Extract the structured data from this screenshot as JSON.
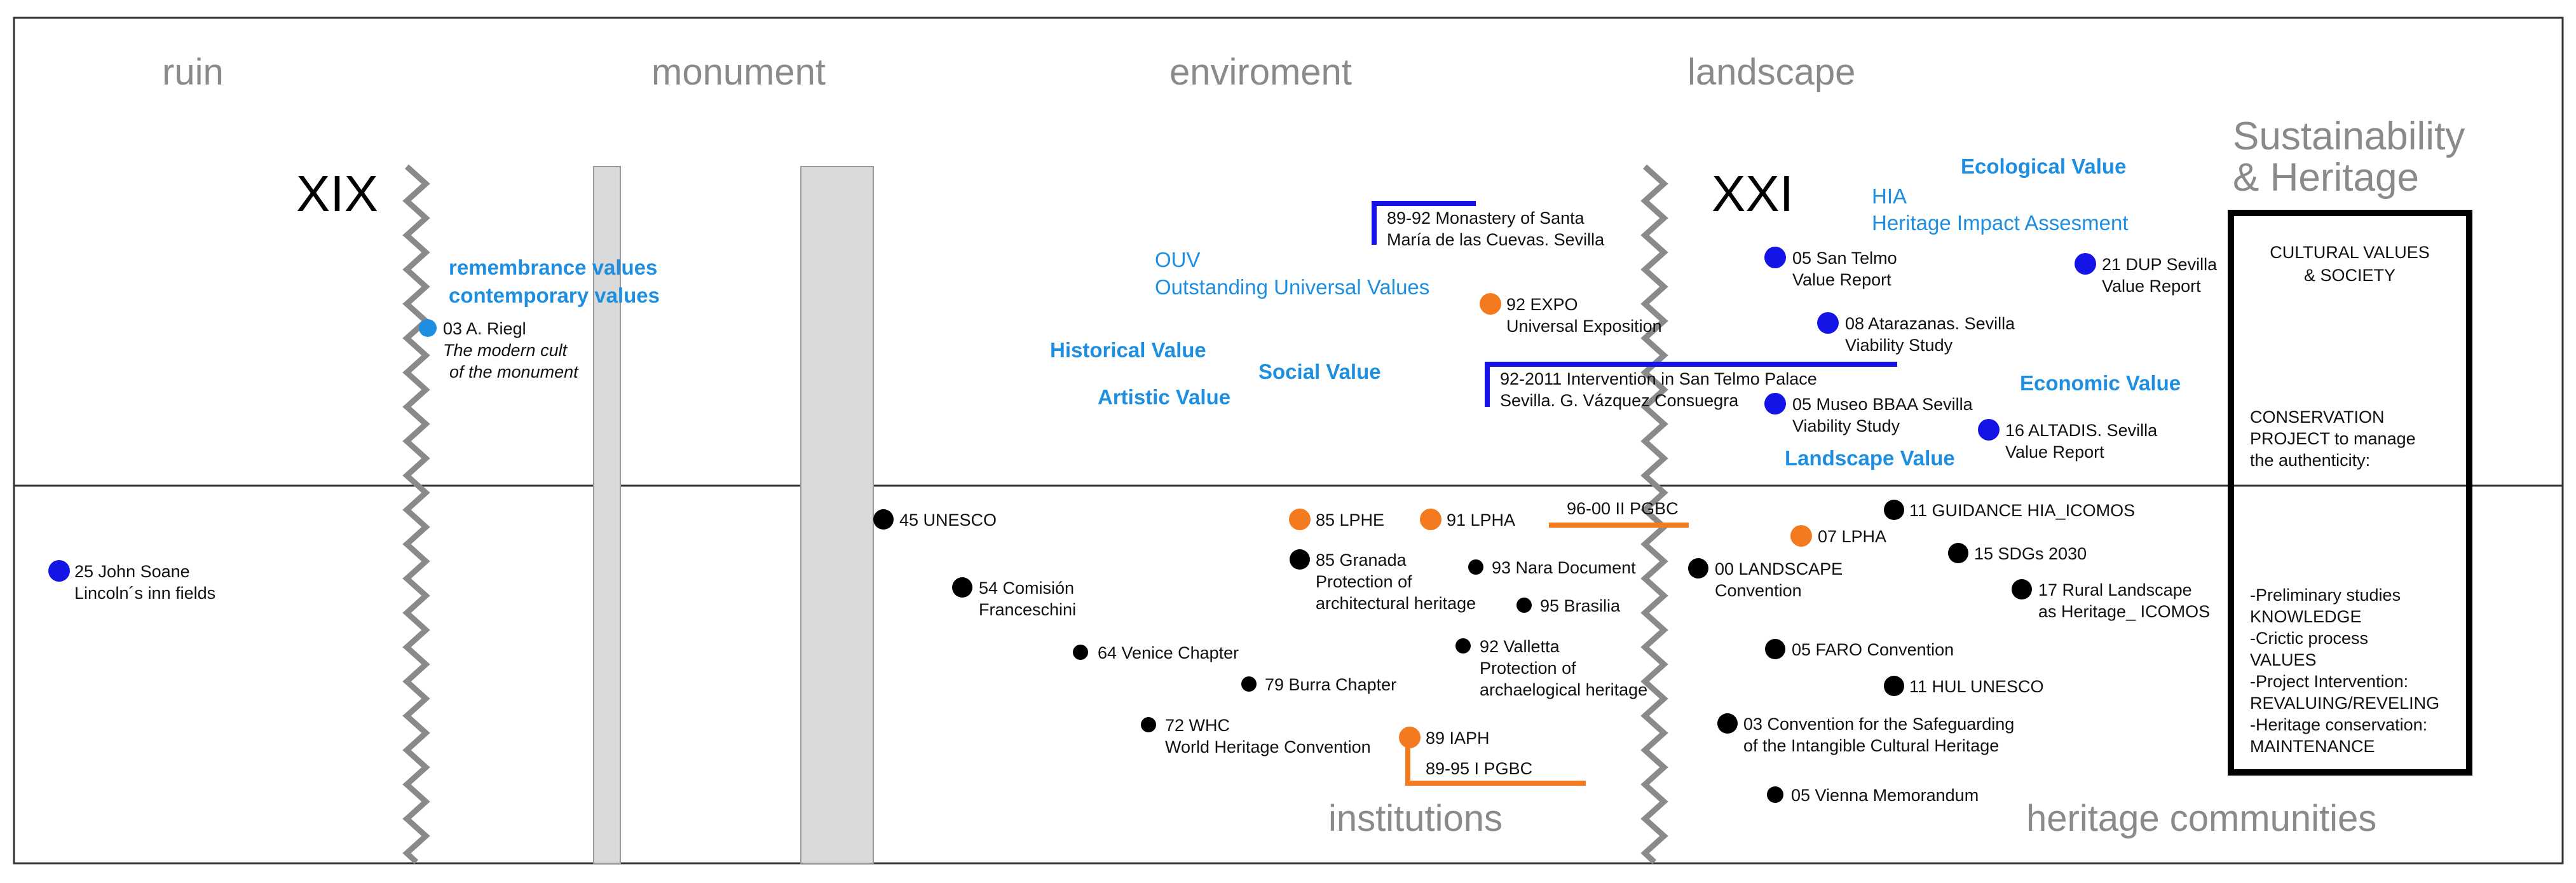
{
  "eras": {
    "ruin": "ruin",
    "monument": "monument",
    "environment": "enviroment",
    "landscape": "landscape"
  },
  "centuries": {
    "xix": "XIX",
    "xxi": "XXI"
  },
  "sections": {
    "institutions": "institutions",
    "heritage_communities": "heritage communities"
  },
  "sustainability": {
    "line1": "Sustainability",
    "line2": "& Heritage"
  },
  "values": {
    "remembrance": "remembrance values",
    "contemporary": "contemporary values",
    "ouv_short": "OUV",
    "ouv_long": "Outstanding Universal Values",
    "historical": "Historical Value",
    "artistic": "Artistic Value",
    "social": "Social Value",
    "hia_short": "HIA",
    "hia_long": "Heritage Impact Assesment",
    "ecological": "Ecological Value",
    "economic": "Economic Value",
    "landscape": "Landscape Value"
  },
  "box": {
    "title1": "CULTURAL VALUES",
    "title2": "&     SOCIETY",
    "cons1": "CONSERVATION",
    "cons2": "PROJECT to manage",
    "cons3": "the authenticity:",
    "l1": "-Preliminary studies",
    "l2": "KNOWLEDGE",
    "l3": "-Crictic process",
    "l4": "VALUES",
    "l5": "-Project Intervention:",
    "l6": "REVALUING/REVELING",
    "l7": "-Heritage conservation:",
    "l8": "MAINTENANCE"
  },
  "colors": {
    "blue_dot": "#1414e6",
    "light_blue": "#1e8fe0",
    "orange": "#f47a1f",
    "black": "#000000",
    "gray_bar": "#dadada",
    "era_text": "#8a8a8a"
  },
  "events": [
    {
      "id": "riegl",
      "color": "light_blue",
      "lines": [
        "03 A. Riegl"
      ],
      "sub": [
        "The modern cult",
        "of the monument"
      ]
    },
    {
      "id": "soane",
      "color": "blue",
      "lines": [
        "25 John Soane",
        "Lincoln´s inn fields"
      ]
    },
    {
      "id": "monastery",
      "color": "none",
      "lines": [
        "89-92 Monastery of Santa",
        "María de las Cuevas. Sevilla"
      ]
    },
    {
      "id": "expo",
      "color": "orange",
      "lines": [
        "92 EXPO",
        "Universal Exposition"
      ]
    },
    {
      "id": "santelmo-palace",
      "color": "none",
      "lines": [
        "92-2011 Intervention in San Telmo Palace",
        "Sevilla. G. Vázquez Consuegra"
      ]
    },
    {
      "id": "santelmo",
      "color": "blue",
      "lines": [
        "05 San Telmo",
        "Value Report"
      ]
    },
    {
      "id": "atarazanas",
      "color": "blue",
      "lines": [
        "08 Atarazanas. Sevilla",
        "Viability Study"
      ]
    },
    {
      "id": "museo",
      "color": "blue",
      "lines": [
        "05 Museo BBAA Sevilla",
        "Viability Study"
      ]
    },
    {
      "id": "altadis",
      "color": "blue",
      "lines": [
        "16 ALTADIS. Sevilla",
        "Value Report"
      ]
    },
    {
      "id": "dup",
      "color": "blue",
      "lines": [
        "21 DUP Sevilla",
        "Value Report"
      ]
    },
    {
      "id": "unesco45",
      "color": "black",
      "lines": [
        "45 UNESCO"
      ]
    },
    {
      "id": "franceschini",
      "color": "black",
      "lines": [
        "54 Comisión",
        "Franceschini"
      ]
    },
    {
      "id": "venice",
      "color": "black",
      "lines": [
        "64 Venice Chapter"
      ]
    },
    {
      "id": "whc",
      "color": "black",
      "lines": [
        "72 WHC",
        "World Heritage Convention"
      ]
    },
    {
      "id": "burra",
      "color": "black",
      "lines": [
        "79 Burra Chapter"
      ]
    },
    {
      "id": "lphe",
      "color": "orange",
      "lines": [
        "85 LPHE"
      ]
    },
    {
      "id": "granada",
      "color": "black",
      "lines": [
        "85 Granada",
        "Protection of",
        "architectural heritage"
      ]
    },
    {
      "id": "lpha91",
      "color": "orange",
      "lines": [
        "91 LPHA"
      ]
    },
    {
      "id": "nara",
      "color": "black",
      "lines": [
        "93 Nara Document"
      ]
    },
    {
      "id": "brasilia",
      "color": "black",
      "lines": [
        "95 Brasilia"
      ]
    },
    {
      "id": "valletta",
      "color": "black",
      "lines": [
        "92 Valletta",
        "Protection of",
        "archaelogical heritage"
      ]
    },
    {
      "id": "iaph",
      "color": "orange",
      "lines": [
        "89 IAPH"
      ]
    },
    {
      "id": "pgbc1",
      "color": "none",
      "lines": [
        "89-95 I PGBC"
      ]
    },
    {
      "id": "pgbc2",
      "color": "none",
      "lines": [
        "96-00 II PGBC"
      ]
    },
    {
      "id": "lpha07",
      "color": "orange",
      "lines": [
        "07 LPHA"
      ]
    },
    {
      "id": "landscape-conv",
      "color": "black",
      "lines": [
        "00 LANDSCAPE",
        "Convention"
      ]
    },
    {
      "id": "guidance",
      "color": "black",
      "lines": [
        "11 GUIDANCE HIA_ICOMOS"
      ]
    },
    {
      "id": "sdgs",
      "color": "black",
      "lines": [
        "15 SDGs 2030"
      ]
    },
    {
      "id": "rural",
      "color": "black",
      "lines": [
        "17 Rural Landscape",
        "as Heritage_ ICOMOS"
      ]
    },
    {
      "id": "faro",
      "color": "black",
      "lines": [
        "05 FARO Convention"
      ]
    },
    {
      "id": "hul",
      "color": "black",
      "lines": [
        "11 HUL UNESCO"
      ]
    },
    {
      "id": "intangible",
      "color": "black",
      "lines": [
        "03 Convention for the Safeguarding",
        "of the Intangible Cultural Heritage"
      ]
    },
    {
      "id": "vienna",
      "color": "black",
      "lines": [
        "05 Vienna Memorandum"
      ]
    }
  ]
}
